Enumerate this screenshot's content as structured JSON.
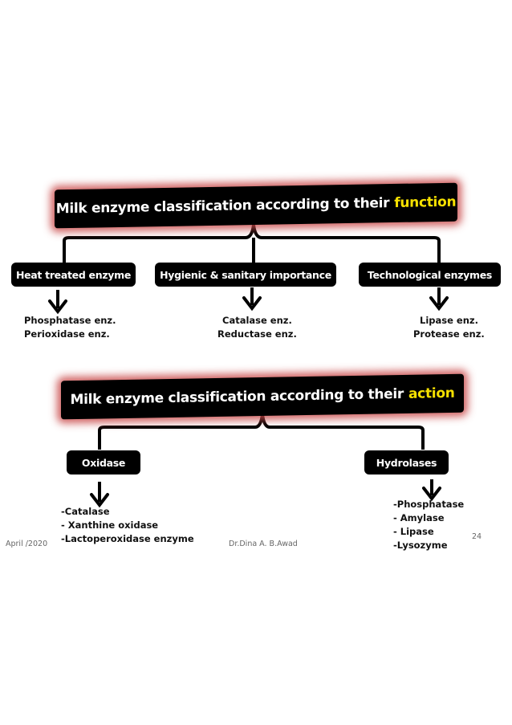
{
  "section1": {
    "title_main": "Milk enzyme classification according to their",
    "title_highlight": "function",
    "boxes": [
      "Heat treated enzyme",
      "Hygienic & sanitary importance",
      "Technological enzymes"
    ],
    "lists": [
      [
        "Phosphatase  enz.",
        "Perioxidase enz."
      ],
      [
        "Catalase  enz.",
        "Reductase enz."
      ],
      [
        "Lipase  enz.",
        "Protease  enz."
      ]
    ]
  },
  "section2": {
    "title_main": "Milk enzyme classification according to their",
    "title_highlight": "action",
    "boxes": [
      "Oxidase",
      "Hydrolases"
    ],
    "lists": [
      [
        "-Catalase",
        "- Xanthine oxidase",
        "-Lactoperoxidase  enzyme"
      ],
      [
        "-Phosphatase",
        "- Amylase",
        "- Lipase",
        "-Lysozyme"
      ]
    ]
  },
  "footer": {
    "date": "April /2020",
    "author": "Dr.Dina  A. B.Awad",
    "page": "24"
  }
}
